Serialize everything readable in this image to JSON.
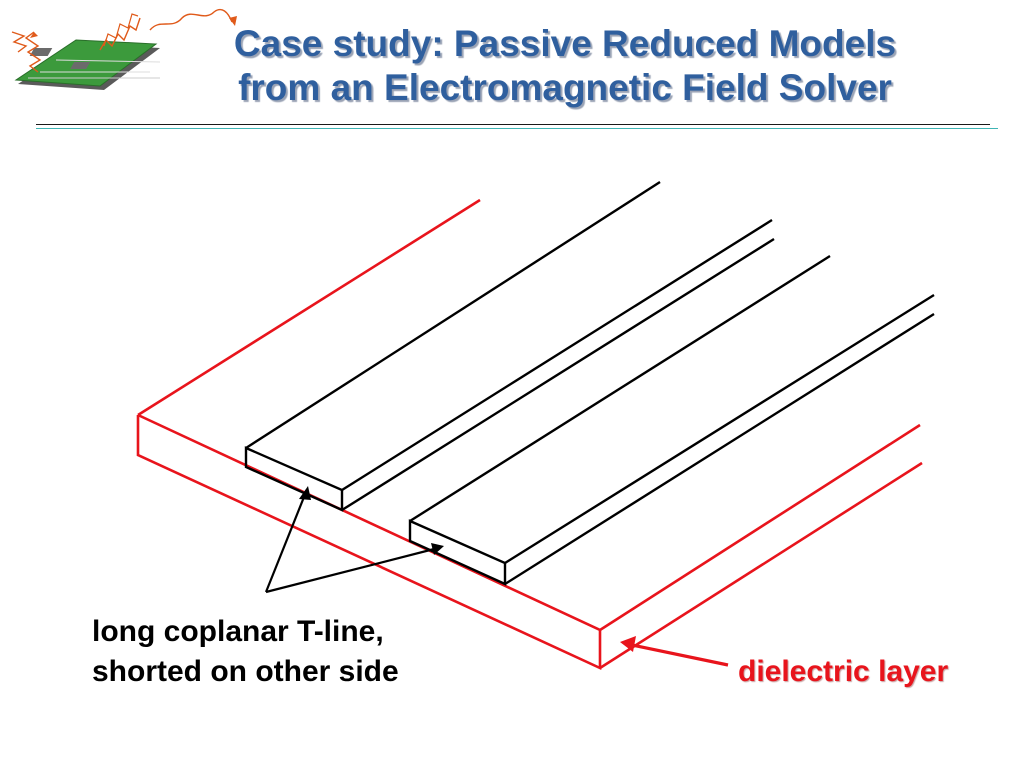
{
  "slide": {
    "title_line1": "Case study: Passive Reduced Models",
    "title_line2": "from an Electromagnetic Field Solver"
  },
  "labels": {
    "tline_line1": "long coplanar T-line,",
    "tline_line2": "shorted on other side",
    "dielectric": "dielectric layer"
  },
  "colors": {
    "title": "#2f5f9e",
    "dielectric": "#e8141c",
    "conductor": "#000000",
    "rule_teal": "#3fb5b5",
    "logo_board": "#3c9a3c",
    "logo_wave": "#e05a1a"
  },
  "icons": {
    "logo": "pcb-board-icon"
  }
}
